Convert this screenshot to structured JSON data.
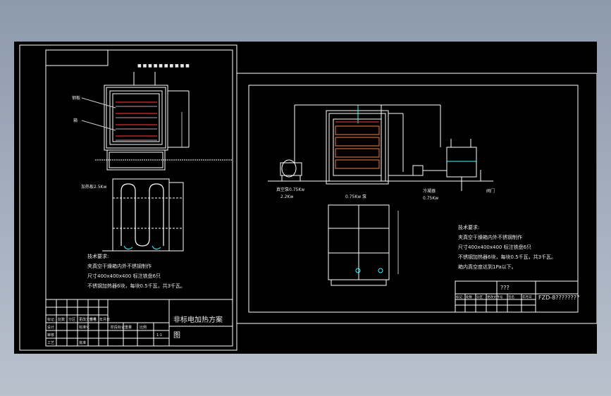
{
  "colors": {
    "background": "#000000",
    "line": "#ffffff",
    "accent_red": "#ff3b3b",
    "accent_cyan": "#33ffff",
    "accent_yellow": "#ffff66",
    "desktop": "#9aa5b6"
  },
  "left_sheet": {
    "top_labels": "■ ■ ■ ■   ■ ■ ■ ■ ■ ■",
    "label_1": "钢板",
    "label_2": "箱",
    "label_heater": "加热板2.5Kw",
    "notes_title": "技术要求:",
    "notes": [
      "夹真空干燥箱内外不锈钢制作",
      "尺寸400x400x400  标注铁盘6只",
      "不锈钢加热器6块，每块0.5千瓦，共3千瓦。"
    ],
    "title_block": {
      "name": "非标电加热方案",
      "name2": "图",
      "rows": [
        [
          "标记",
          "处数",
          "分区",
          "更改文件号",
          "签名",
          "年月日"
        ],
        [
          "设计",
          "",
          "",
          "标准化",
          "",
          ""
        ],
        [
          "审核",
          "",
          "",
          "",
          "",
          ""
        ],
        [
          "工艺",
          "",
          "",
          "批准",
          "",
          ""
        ]
      ],
      "cells_right": [
        "阶段标记",
        "重量",
        "比例",
        "1:1"
      ]
    }
  },
  "right_sheet": {
    "label_pump": "真空泵0.75Kw",
    "label_pump_power": "2.2Kw",
    "label_box": "0.75Kw 泵",
    "label_condenser": "冷凝器",
    "label_valve": "阀门",
    "label_value": "0.75Kw",
    "notes_title": "技术要求:",
    "notes": [
      "夹真空干燥箱内外不锈钢制作",
      "尺寸400x400x400  标注铁盘6只",
      "不锈钢加热器6块，每块0.5千瓦，共3千瓦。",
      "箱内真空度达到1Pa以下。"
    ],
    "title_block": {
      "drawing_no": "FZD-8????????",
      "name": "???",
      "cells": [
        "标记",
        "处数",
        "分区",
        "更改文件号",
        "签名",
        "年月日"
      ]
    }
  }
}
